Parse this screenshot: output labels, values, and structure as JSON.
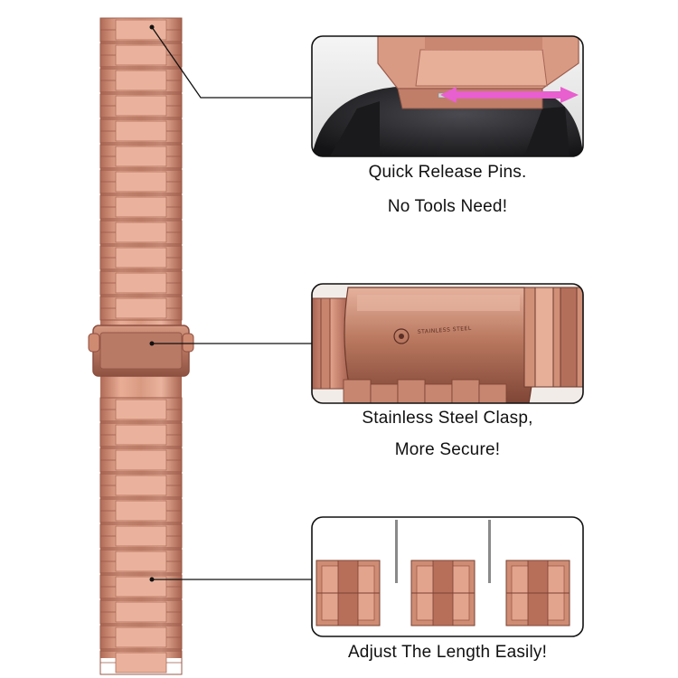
{
  "features": [
    {
      "caption_line1": "Quick Release Pins.",
      "caption_line2": "No Tools Need!"
    },
    {
      "caption_line1": "Stainless Steel Clasp,",
      "caption_line2": "More Secure!"
    },
    {
      "caption_line1": "Adjust The Length Easily!",
      "caption_line2": ""
    }
  ],
  "clasp_stamp": "STAINLESS STEEL",
  "colors": {
    "band_light": "#e9ad96",
    "band_mid": "#cf8a72",
    "band_dark": "#a76552",
    "watch_dark": "#2b2b2e",
    "arrow": "#e85fcf"
  }
}
